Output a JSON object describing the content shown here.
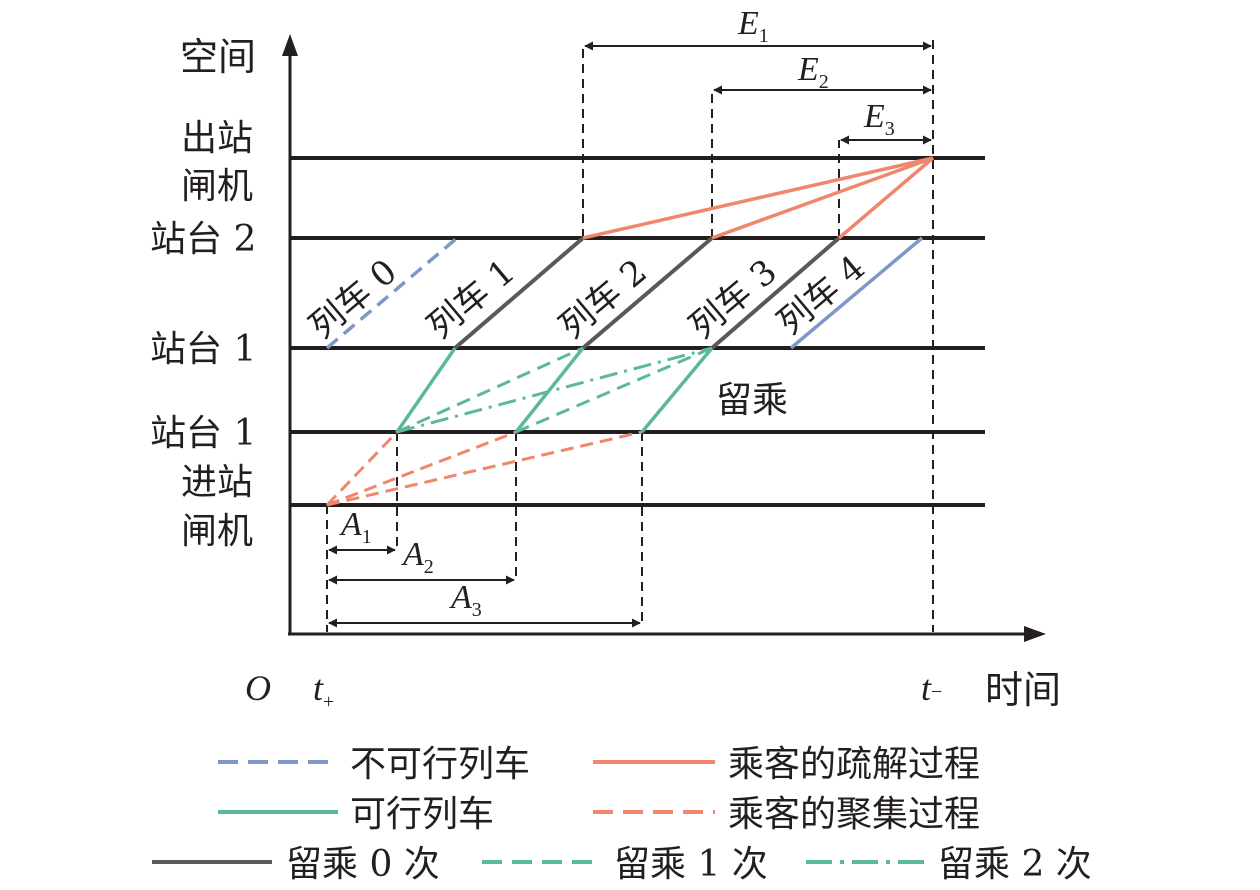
{
  "axes": {
    "y_label": "空间",
    "x_label": "时间",
    "origin": "O",
    "t_plus": "t",
    "t_plus_sub": "+",
    "t_minus": "t",
    "t_minus_sub": "−"
  },
  "levels": [
    {
      "key": "exit",
      "lines": [
        "出站",
        "闸机"
      ]
    },
    {
      "key": "p2",
      "lines": [
        "站台 2"
      ]
    },
    {
      "key": "p1a",
      "lines": [
        "站台 1"
      ]
    },
    {
      "key": "p1b",
      "lines": [
        "站台 1"
      ]
    },
    {
      "key": "entry",
      "lines": [
        "进站",
        "闸机"
      ]
    }
  ],
  "trains": [
    {
      "label": "列车 0",
      "feasible": false
    },
    {
      "label": "列车 1",
      "feasible": true
    },
    {
      "label": "列车 2",
      "feasible": true
    },
    {
      "label": "列车 3",
      "feasible": true
    },
    {
      "label": "列车 4",
      "feasible": false
    }
  ],
  "annotation": "留乘",
  "egress_spans": [
    {
      "label": "E",
      "sub": "1"
    },
    {
      "label": "E",
      "sub": "2"
    },
    {
      "label": "E",
      "sub": "3"
    }
  ],
  "access_spans": [
    {
      "label": "A",
      "sub": "1"
    },
    {
      "label": "A",
      "sub": "2"
    },
    {
      "label": "A",
      "sub": "3"
    }
  ],
  "legend": [
    {
      "key": "infeasible",
      "label": "不可行列车",
      "color": "#7f97c7",
      "style": "dashed"
    },
    {
      "key": "egress",
      "label": "乘客的疏解过程",
      "color": "#f0866c",
      "style": "solid"
    },
    {
      "key": "feasible",
      "label": "可行列车",
      "color": "#5cb89a",
      "style": "solid"
    },
    {
      "key": "access",
      "label": "乘客的聚集过程",
      "color": "#f0866c",
      "style": "dashed"
    },
    {
      "key": "stay0",
      "label": "留乘 0 次",
      "color": "#595959",
      "style": "solid"
    },
    {
      "key": "stay1",
      "label": "留乘 1 次",
      "color": "#5cb89a",
      "style": "dashed"
    },
    {
      "key": "stay2",
      "label": "留乘 2 次",
      "color": "#5cb89a",
      "style": "dashdot"
    }
  ]
}
